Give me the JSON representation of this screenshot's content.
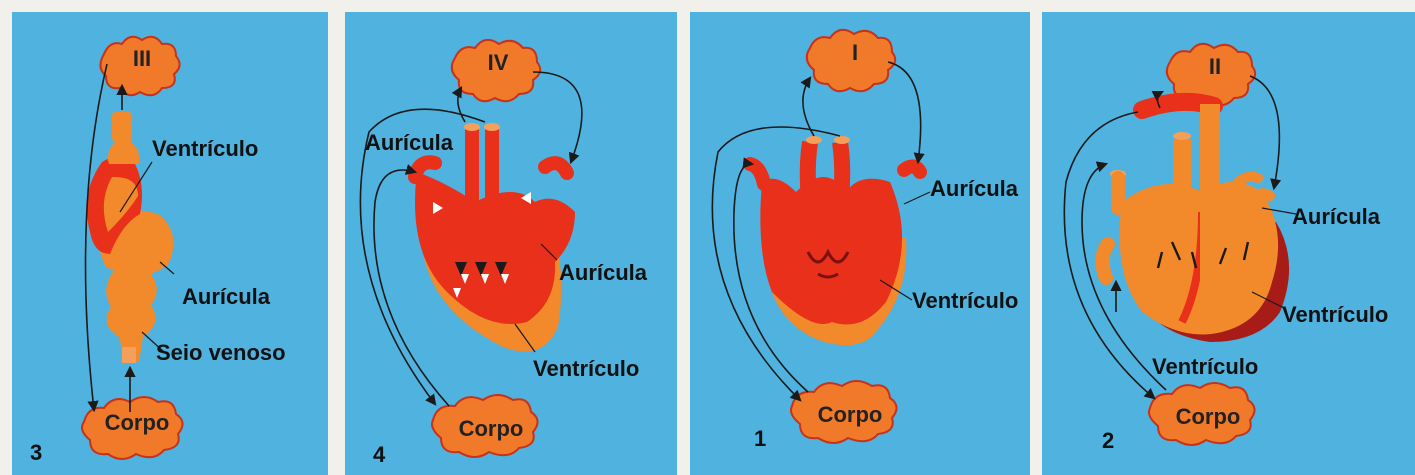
{
  "panels": [
    {
      "id": "p3",
      "number": "3",
      "top_label": "III",
      "bottom_label": "Corpo",
      "labels": {
        "ventricle": "Ventrículo",
        "atrium": "Aurícula",
        "sinus": "Seio venoso"
      }
    },
    {
      "id": "p4",
      "number": "4",
      "top_label": "IV",
      "bottom_label": "Corpo",
      "labels": {
        "atrium_left": "Aurícula",
        "atrium_right": "Aurícula",
        "ventricle": "Ventrículo"
      }
    },
    {
      "id": "p1",
      "number": "1",
      "top_label": "I",
      "bottom_label": "Corpo",
      "labels": {
        "atrium": "Aurícula",
        "ventricle": "Ventrículo"
      }
    },
    {
      "id": "p2",
      "number": "2",
      "top_label": "II",
      "bottom_label": "Corpo",
      "labels": {
        "atrium": "Aurícula",
        "ventricle_right": "Ventrículo",
        "ventricle_bottom": "Ventrículo"
      }
    }
  ],
  "colors": {
    "panel_bg": "#4fb2df",
    "bubble_fill": "#f07a2a",
    "heart_orange": "#f28a2c",
    "heart_red": "#e8301a",
    "heart_dark": "#a81c18",
    "arrow": "#1a1a1a"
  }
}
